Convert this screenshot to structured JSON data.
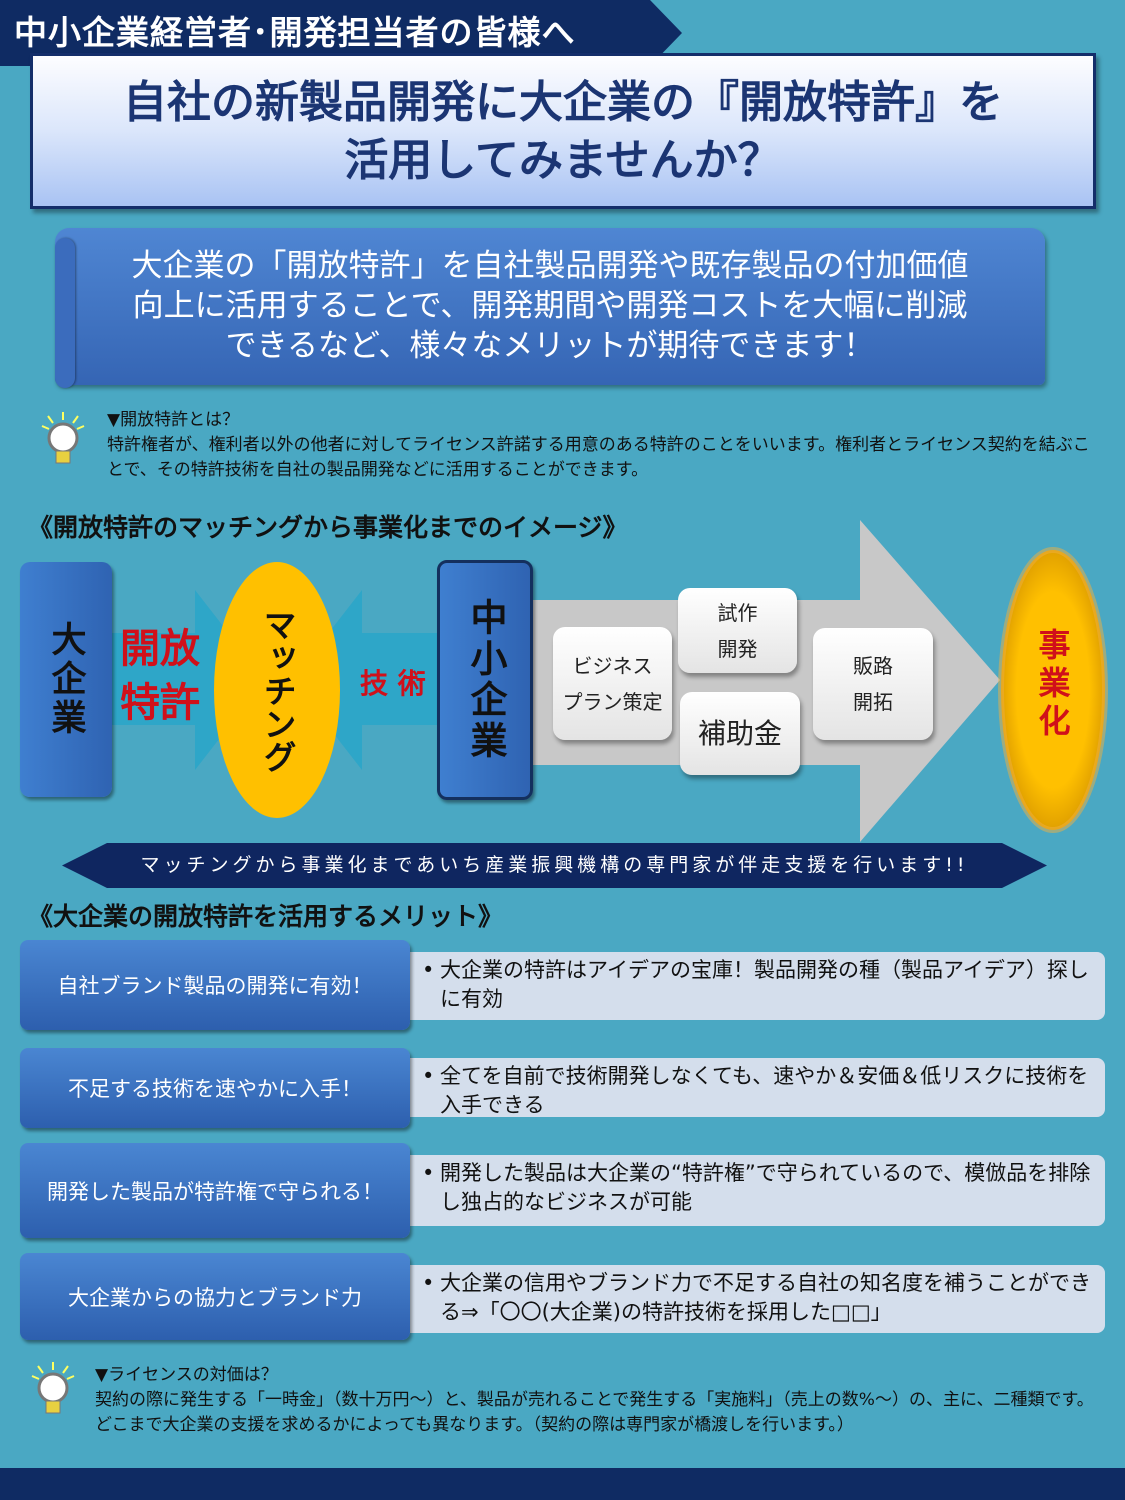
{
  "header": {
    "banner": "中小企業経営者･開発担当者の皆様へ",
    "title_line1": "自社の新製品開発に大企業の『開放特許』を",
    "title_line2": "活用してみませんか？"
  },
  "intro": {
    "line1": "大企業の「開放特許」を自社製品開発や既存製品の付加価値",
    "line2": "向上に活用することで、開発期間や開発コストを大幅に削減",
    "line3": "できるなど、様々なメリットが期待できます！"
  },
  "note1": {
    "heading": "▼開放特許とは？",
    "body": "特許権者が、権利者以外の他者に対してライセンス許諾する用意のある特許のことをいいます。権利者とライセンス契約を結ぶことで、その特許技術を自社の製品開発などに活用することができます。"
  },
  "diagram": {
    "title": "《開放特許のマッチングから事業化までのイメージ》",
    "large_company": "大企業",
    "open_patent_1": "開放",
    "open_patent_2": "特許",
    "matching": "マッチング",
    "technology": "技 術",
    "sme": "中小企業",
    "business_plan_1": "ビジネス",
    "business_plan_2": "プラン策定",
    "prototype_1": "試作",
    "prototype_2": "開発",
    "subsidy": "補助金",
    "sales_1": "販路",
    "sales_2": "開拓",
    "commercialization": "事業化",
    "support_banner": "マッチングから事業化まであいち産業振興機構の専門家が伴走支援を行います!!"
  },
  "merits": {
    "title": "《大企業の開放特許を活用するメリット》",
    "items": [
      {
        "label": "自社ブランド製品の開発に有効！",
        "desc": "大企業の特許はアイデアの宝庫！製品開発の種（製品アイデア）探しに有効"
      },
      {
        "label": "不足する技術を速やかに入手！",
        "desc": "全てを自前で技術開発しなくても、速やか＆安価＆低リスクに技術を入手できる"
      },
      {
        "label": "開発した製品が特許権で守られる！",
        "desc": "開発した製品は大企業の“特許権”で守られているので、模倣品を排除し独占的なビジネスが可能"
      },
      {
        "label": "大企業からの協力とブランド力",
        "desc": "大企業の信用やブランド力で不足する自社の知名度を補うことができる⇒「〇〇(大企業)の特許技術を採用した□□」"
      }
    ]
  },
  "note2": {
    "heading": "▼ライセンスの対価は？",
    "body": "契約の際に発生する「一時金」（数十万円～）と、製品が売れることで発生する「実施料」（売上の数%～）の、主に、二種類です。どこまで大企業の支援を求めるかによっても異なります。（契約の際は専門家が橋渡しを行います。）"
  },
  "colors": {
    "navy": "#0f2b63",
    "background": "#4aa8c3",
    "accent_red": "#d0101a",
    "yellow": "#ffc000"
  }
}
